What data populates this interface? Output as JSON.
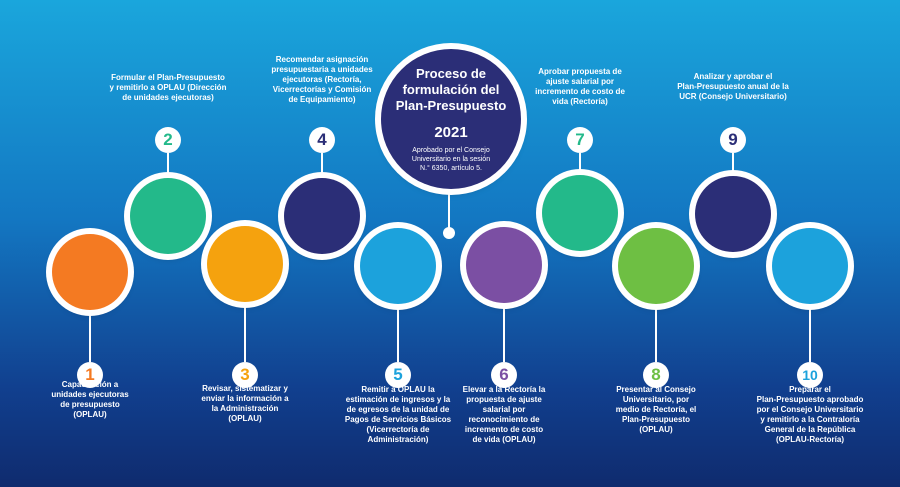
{
  "title": {
    "line1": "Proceso de",
    "line2": "formulación del",
    "line3": "Plan-Presupuesto",
    "year": "2021",
    "sub1": "Aprobado por el Consejo",
    "sub2": "Universitario en la sesión",
    "sub3": "N.° 6350, artículo 5."
  },
  "steps": [
    {
      "number": "1",
      "color": "#f47a22",
      "lines": [
        "Capacitación a",
        "unidades ejecutoras",
        "de presupuesto",
        "(OPLAU)"
      ]
    },
    {
      "number": "2",
      "color": "#23b98a",
      "lines": [
        "Formular el Plan-Presupuesto",
        "y remitirlo a OPLAU (Dirección",
        "de unidades ejecutoras)"
      ]
    },
    {
      "number": "3",
      "color": "#f5a20e",
      "lines": [
        "Revisar, sistematizar y",
        "enviar la información a",
        "la Administración",
        "(OPLAU)"
      ]
    },
    {
      "number": "4",
      "color": "#2b2e77",
      "lines": [
        "Recomendar asignación",
        "presupuestaria a unidades",
        "ejecutoras (Rectoría,",
        "Vicerrectorías y Comisión",
        "de Equipamiento)"
      ]
    },
    {
      "number": "5",
      "color": "#1ca2dc",
      "lines": [
        "Remitir a OPLAU la",
        "estimación de ingresos y la",
        "de egresos de la unidad de",
        "Pagos de Servicios Básicos",
        "(Vicerrectoría de",
        "Administración)"
      ]
    },
    {
      "number": "6",
      "color": "#7b4fa3",
      "lines": [
        "Elevar a la Rectoría la",
        "propuesta de ajuste",
        "salarial por",
        "reconocimiento de",
        "incremento de costo",
        "de vida (OPLAU)"
      ]
    },
    {
      "number": "7",
      "color": "#23b98a",
      "lines": [
        "Aprobar propuesta de",
        "ajuste salarial por",
        "incremento de costo de",
        "vida (Rectoría)"
      ]
    },
    {
      "number": "8",
      "color": "#6ebf43",
      "lines": [
        "Presentar al Consejo",
        "Universitario, por",
        "medio de Rectoría, el",
        "Plan-Presupuesto",
        "(OPLAU)"
      ]
    },
    {
      "number": "9",
      "color": "#2b2e77",
      "lines": [
        "Analizar y aprobar el",
        "Plan-Presupuesto anual de la",
        "UCR (Consejo Universitario)"
      ]
    },
    {
      "number": "10",
      "color": "#1ca2dc",
      "lines": [
        "Preparar el",
        "Plan-Presupuesto aprobado",
        "por el Consejo Universitario",
        "y remitirlo a la Contraloría",
        "General de la República",
        "(OPLAU-Rectoría)"
      ]
    }
  ]
}
